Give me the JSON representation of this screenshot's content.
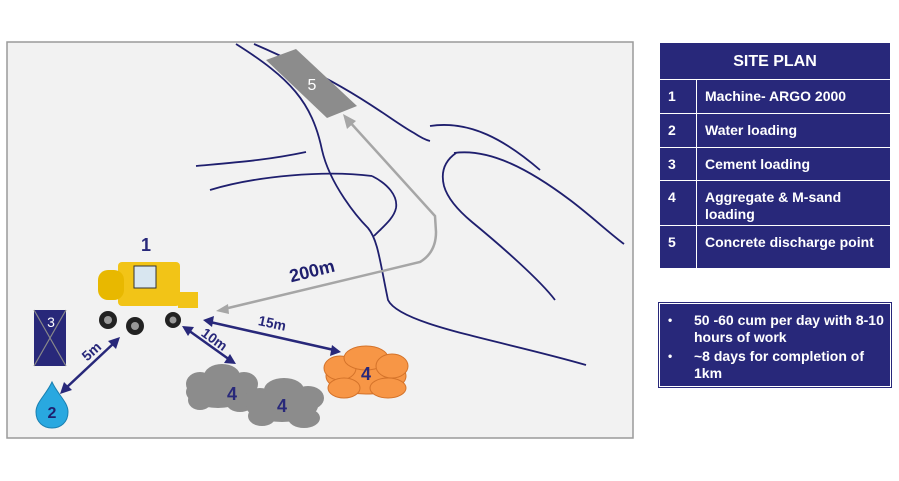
{
  "site_plan": {
    "title": "SITE PLAN",
    "rows": [
      {
        "num": "1",
        "label": "Machine- ARGO 2000"
      },
      {
        "num": "2",
        "label": "Water loading"
      },
      {
        "num": "3",
        "label": "Cement loading"
      },
      {
        "num": "4",
        "label": "Aggregate & M-sand loading"
      },
      {
        "num": "5",
        "label": "Concrete discharge point"
      }
    ]
  },
  "info": {
    "items": [
      "50 -60 cum per day with 8-10 hours of work",
      "~8 days for completion of 1km"
    ]
  },
  "diagram": {
    "machine_label": "1",
    "water_label": "2",
    "cement_label": "3",
    "aggregate_label_a": "4",
    "aggregate_label_b": "4",
    "msand_label": "4",
    "discharge_label": "5",
    "dist_200": "200m",
    "dist_15": "15m",
    "dist_10": "10m",
    "dist_5": "5m"
  },
  "colors": {
    "navy": "#28287a",
    "water": "#29a8e0",
    "msand": "#f79646",
    "aggregate": "#8c8c8c",
    "road": "#1f1f6e",
    "arrow_grey": "#a6a6a6",
    "machine": "#f2c417"
  }
}
